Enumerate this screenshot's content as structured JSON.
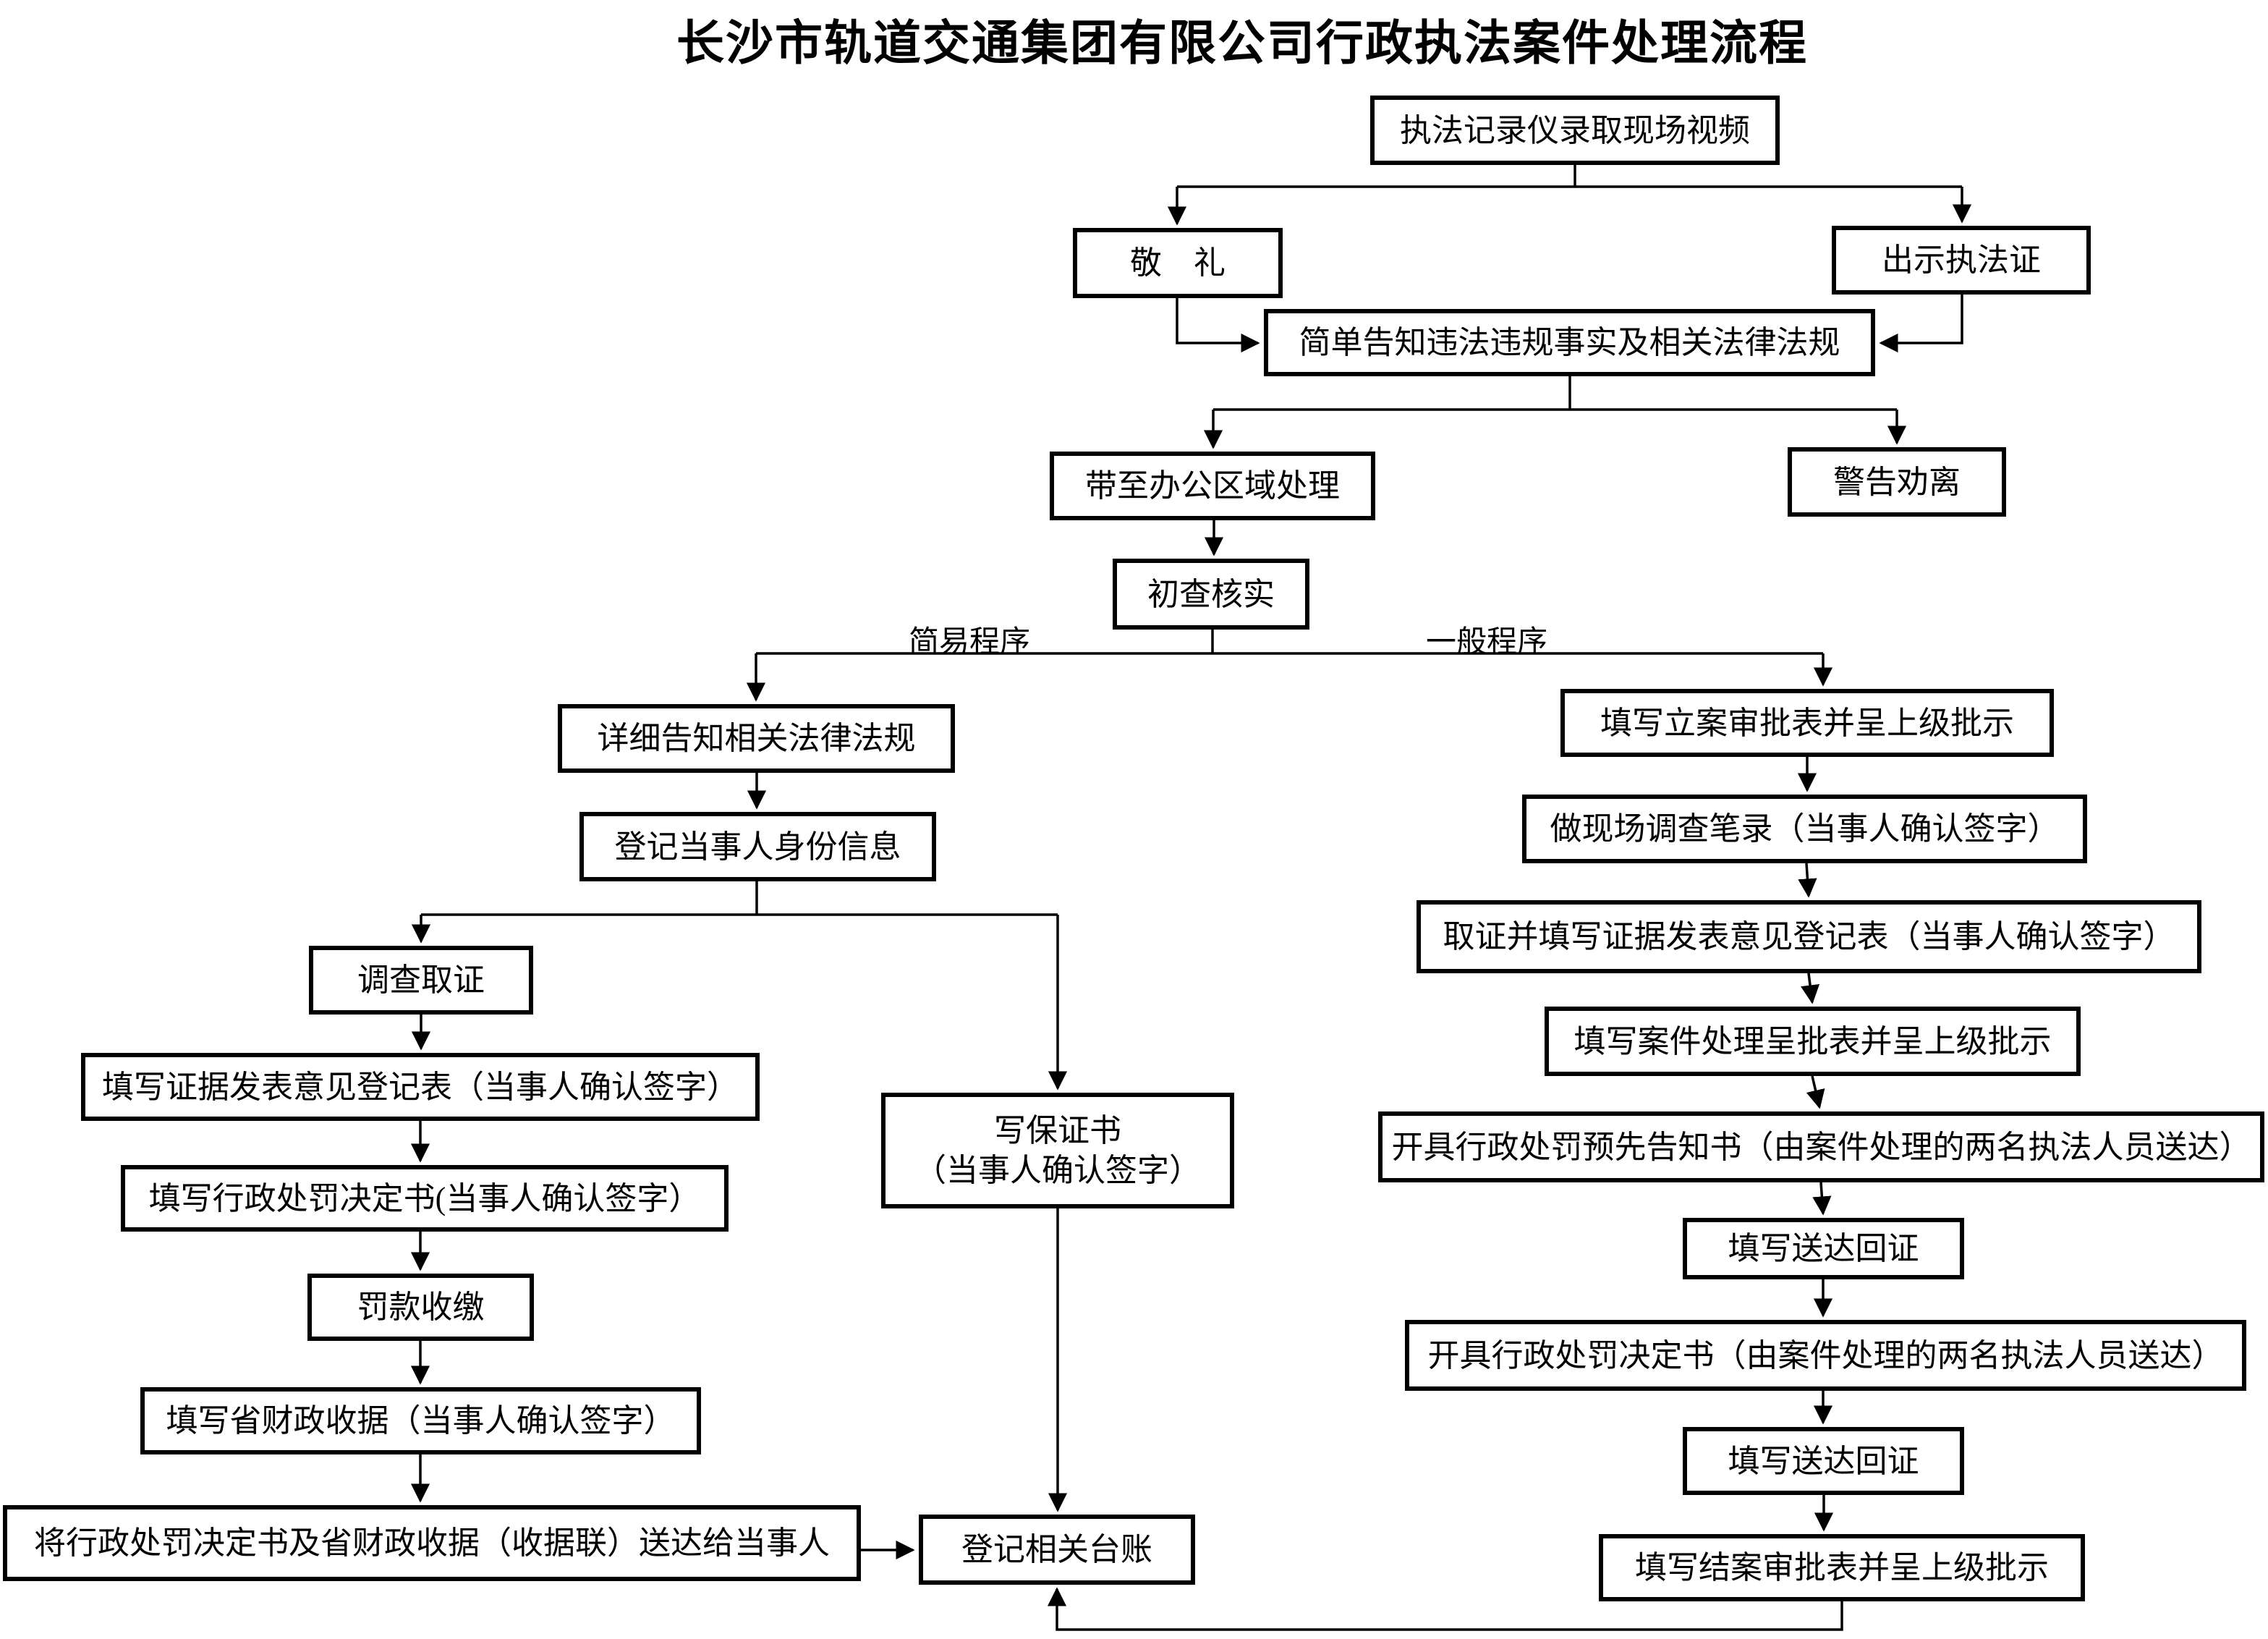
{
  "title": "长沙市轨道交通集团有限公司行政执法案件处理流程",
  "branch_labels": {
    "simple": "简易程序",
    "general": "一般程序"
  },
  "nodes": {
    "record_video": "执法记录仪录取现场视频",
    "salute": "敬　礼",
    "show_certificate": "出示执法证",
    "brief_inform": "简单告知违法违规事实及相关法律法规",
    "bring_to_office": "带至办公区域处理",
    "warn_leave": "警告劝离",
    "initial_verify": "初查核实",
    "detail_inform": "详细告知相关法律法规",
    "register_identity": "登记当事人身份信息",
    "investigate": "调查取证",
    "evidence_form_simple": "填写证据发表意见登记表（当事人确认签字）",
    "penalty_decision_simple": "填写行政处罚决定书(当事人确认签字）",
    "fine_collection": "罚款收缴",
    "fiscal_receipt": "填写省财政收据（当事人确认签字）",
    "deliver_documents": "将行政处罚决定书及省财政收据（收据联）送达给当事人",
    "guarantee_line1": "写保证书",
    "guarantee_line2": "（当事人确认签字）",
    "ledger": "登记相关台账",
    "case_filing": "填写立案审批表并呈上级批示",
    "site_record": "做现场调查笔录（当事人确认签字）",
    "evidence_form_general": "取证并填写证据发表意见登记表（当事人确认签字）",
    "case_processing": "填写案件处理呈批表并呈上级批示",
    "advance_notice": "开具行政处罚预先告知书（由案件处理的两名执法人员送达）",
    "delivery_receipt_1": "填写送达回证",
    "penalty_decision_general": "开具行政处罚决定书（由案件处理的两名执法人员送达）",
    "delivery_receipt_2": "填写送达回证",
    "case_closing": "填写结案审批表并呈上级批示"
  }
}
